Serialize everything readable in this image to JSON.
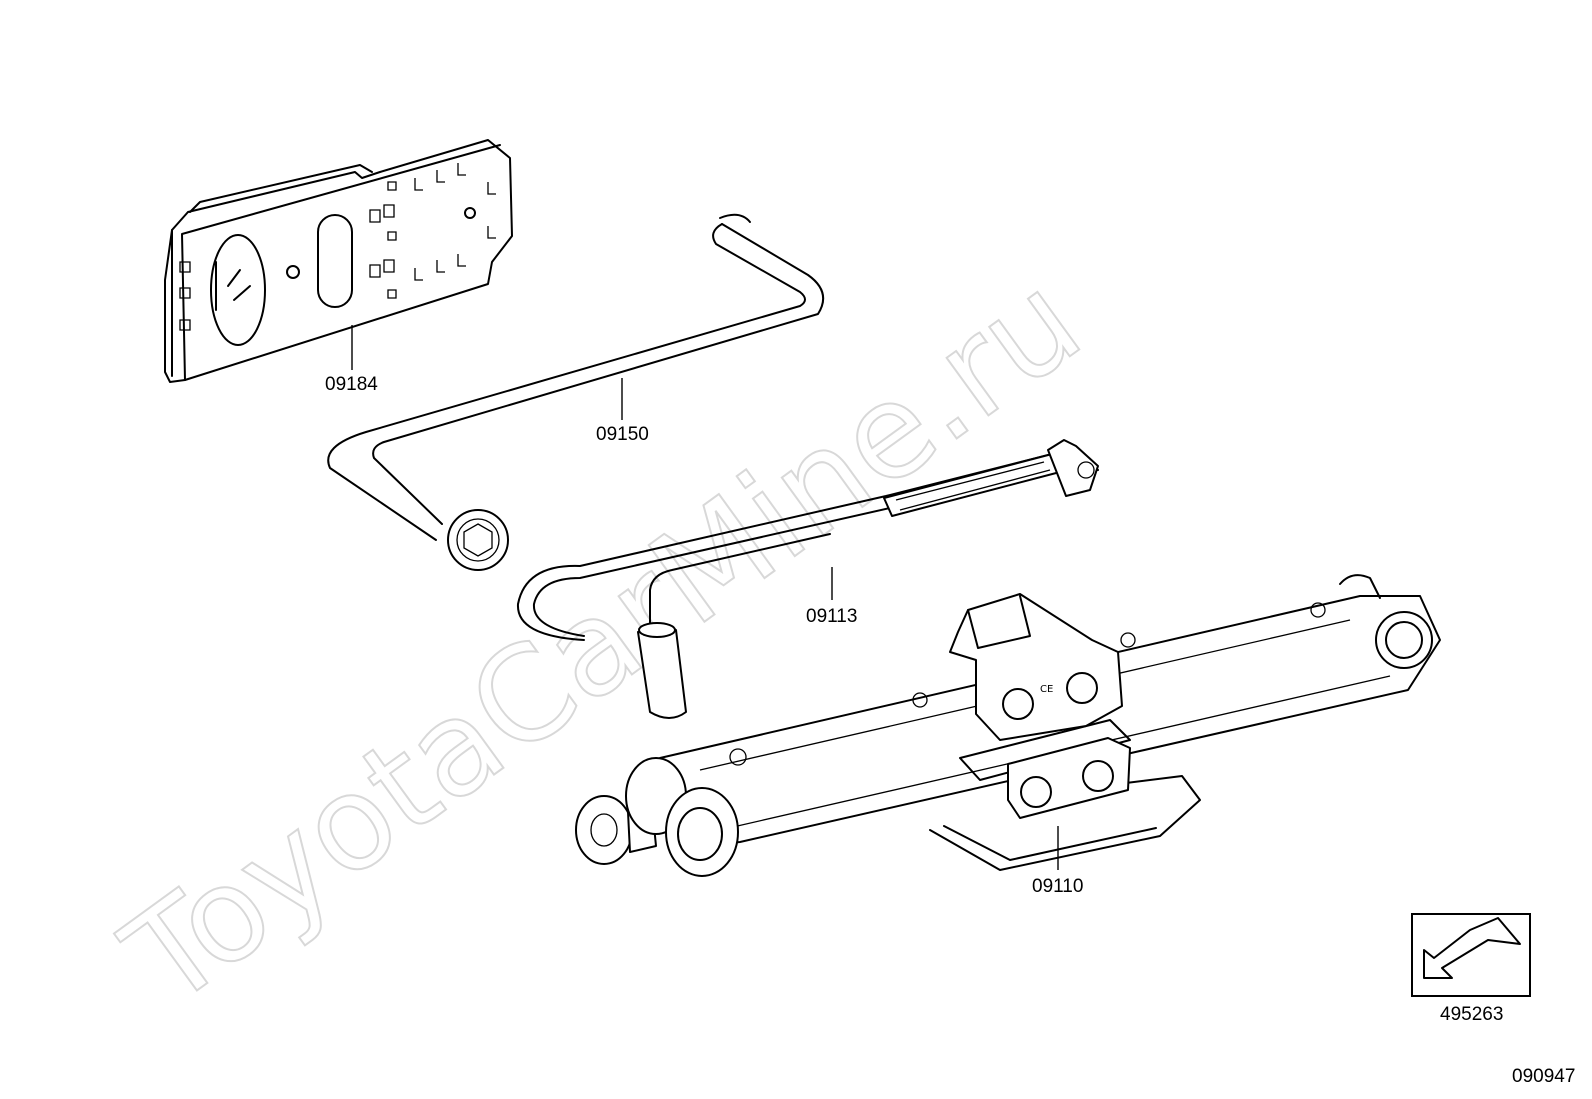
{
  "watermark": "ToyotaCarMine.ru",
  "parts": [
    {
      "id": "p1",
      "number": "09184"
    },
    {
      "id": "p2",
      "number": "09150"
    },
    {
      "id": "p3",
      "number": "09113"
    },
    {
      "id": "p4",
      "number": "09110"
    }
  ],
  "reference_box": {
    "number": "495263",
    "icon": "arrow-down-left-icon"
  },
  "diagram_code": "090947"
}
